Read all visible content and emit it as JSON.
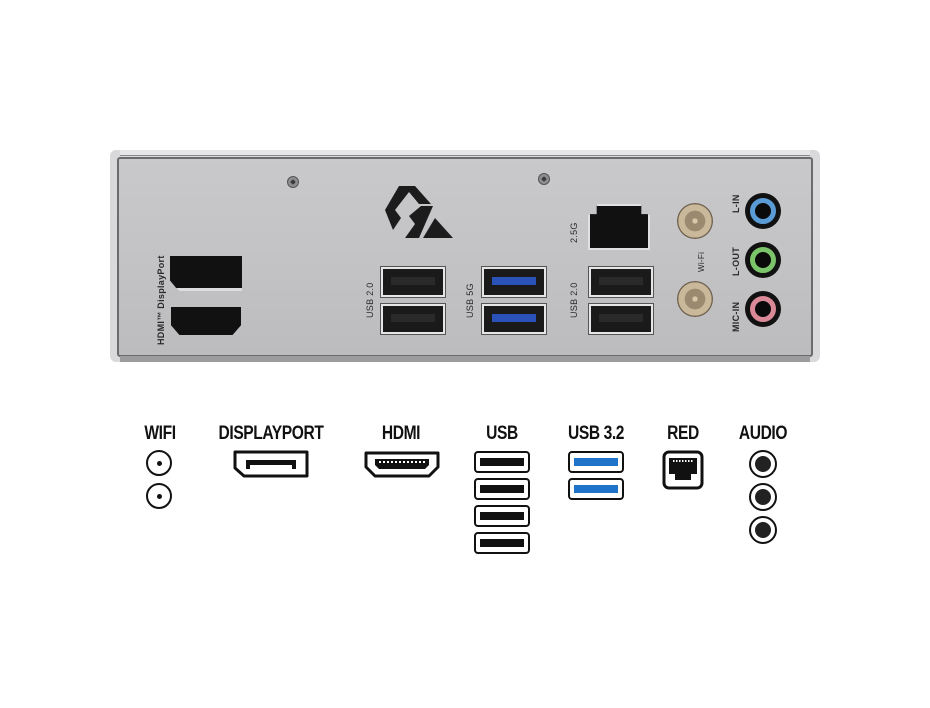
{
  "panel": {
    "labels": {
      "hdmi_dp": "HDMI™ DisplayPort",
      "usb20_left": "USB 2.0",
      "usb5g": "USB 5G",
      "lan": "2.5G",
      "usb20_right": "USB 2.0",
      "wifi": "Wi-Fi",
      "audio_lin": "L-IN",
      "audio_lout": "L-OUT",
      "audio_micin": "MIC-IN"
    },
    "colors": {
      "usb5g": "#2a52b8",
      "line_in": "#5b9bd5",
      "line_out": "#7cc46a",
      "mic_in": "#d98a96"
    }
  },
  "legend": {
    "items": [
      {
        "title": "WIFI",
        "count": 2
      },
      {
        "title": "DISPLAYPORT",
        "count": 1
      },
      {
        "title": "HDMI",
        "count": 1
      },
      {
        "title": "USB",
        "count": 4
      },
      {
        "title": "USB 3.2",
        "count": 2,
        "color": "#1f74c9"
      },
      {
        "title": "RED",
        "count": 1
      },
      {
        "title": "AUDIO",
        "count": 3
      }
    ]
  }
}
